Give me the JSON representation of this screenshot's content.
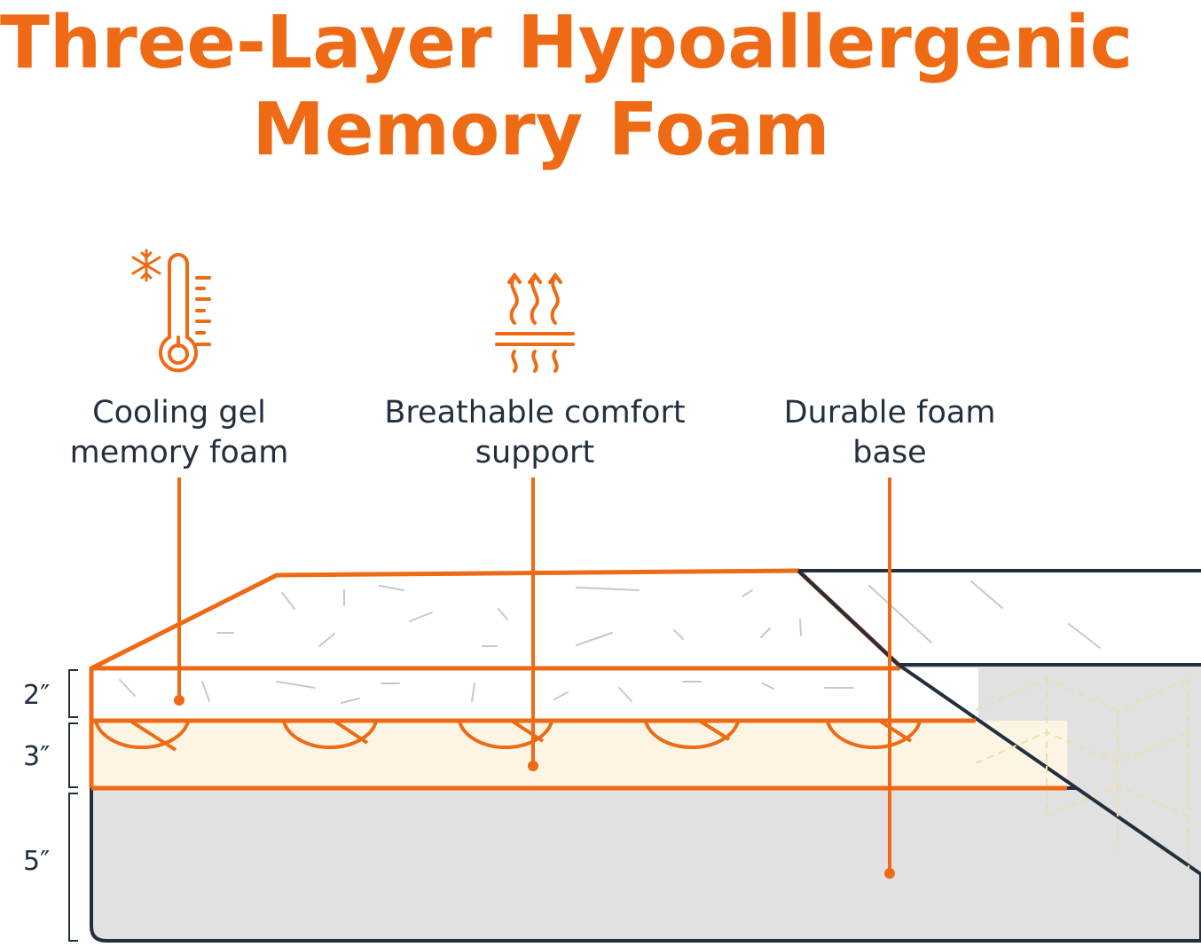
{
  "title": {
    "line1": "Three-Layer Hypoallergenic",
    "line2": "Memory Foam"
  },
  "features": [
    {
      "icon": "thermometer-snowflake-icon",
      "line1": "Cooling gel",
      "line2": "memory foam"
    },
    {
      "icon": "breathable-airflow-icon",
      "line1": "Breathable comfort",
      "line2": "support"
    },
    {
      "icon": "",
      "line1": "Durable foam",
      "line2": "base"
    }
  ],
  "layers": [
    {
      "thickness": "2″"
    },
    {
      "thickness": "3″"
    },
    {
      "thickness": "5″"
    }
  ],
  "colors": {
    "accent": "#ee6a15",
    "navy": "#232f3e",
    "base_gray": "#e1e1e1",
    "support_cream": "#fdf5e4"
  }
}
